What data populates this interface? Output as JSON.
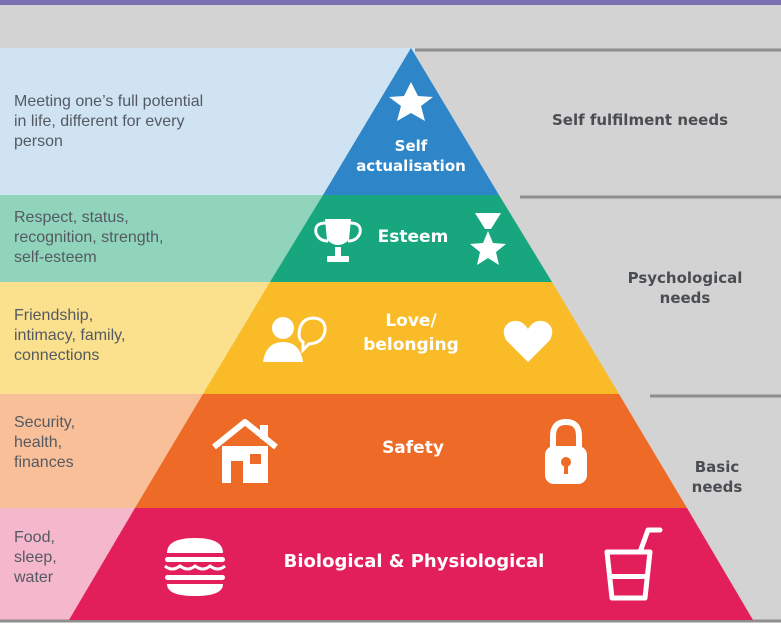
{
  "levels": [
    {
      "label": "Self\nactualisation",
      "description": "Meeting one’s full potential\nin life, different for every\nperson",
      "color": "#2e86c8",
      "band_color": "#cfe3f3",
      "icons": [
        "star-icon"
      ]
    },
    {
      "label": "Esteem",
      "description": "Respect, status,\nrecognition, strength,\nself-esteem",
      "color": "#17a67e",
      "band_color": "#8fd4bb",
      "icons": [
        "trophy-icon",
        "award-medal-icon"
      ]
    },
    {
      "label": "Love/\nbelonging",
      "description": "Friendship,\nintimacy, family,\nconnections",
      "color": "#f9bc28",
      "band_color": "#fbe08d",
      "icons": [
        "person-speech-icon",
        "heart-icon"
      ]
    },
    {
      "label": "Safety",
      "description": "Security,\nhealth,\nfinances",
      "color": "#ee6a27",
      "band_color": "#f8bf99",
      "icons": [
        "house-icon",
        "padlock-icon"
      ]
    },
    {
      "label": "Biological & Physiological",
      "description": "Food,\nsleep,\nwater",
      "color": "#e21f5a",
      "band_color": "#f4b7cb",
      "icons": [
        "burger-icon",
        "drink-cup-icon"
      ]
    }
  ],
  "categories": [
    {
      "label": "Self fulfilment needs"
    },
    {
      "label": "Psychological\nneeds"
    },
    {
      "label": "Basic\nneeds"
    }
  ],
  "colors": {
    "top_bar": "#7a6fb3",
    "grey_panel": "#d3d3d3",
    "divider": "#8e8e8e"
  }
}
